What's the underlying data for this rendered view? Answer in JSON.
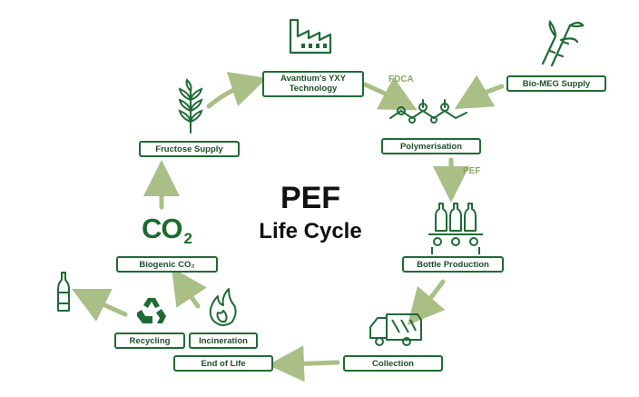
{
  "title": {
    "line1": "PEF",
    "line2": "Life Cycle"
  },
  "co2_label": {
    "main": "CO",
    "sub": "2"
  },
  "flow_labels": {
    "fdca": "FDCA",
    "pef": "PEF"
  },
  "nodes": {
    "avantium": "Avantium's YXY Technology",
    "bio_meg": "Bio-MEG Supply",
    "fructose": "Fructose Supply",
    "polymerisation": "Polymerisation",
    "biogenic": "Biogenic CO₂",
    "bottle": "Bottle Production",
    "recycling": "Recycling",
    "incineration": "Incineration",
    "end_of_life": "End of Life",
    "collection": "Collection"
  },
  "icons": [
    "factory-icon",
    "sugarcane-icon",
    "wheat-icon",
    "molecule-icon",
    "bottles-conveyor-icon",
    "garbage-truck-icon",
    "recycle-icon",
    "flame-icon",
    "bottle-icon"
  ],
  "colors": {
    "box_border": "#1f6b35",
    "box_text": "#1c4e2a",
    "arrow": "#a9bf86",
    "icon": "#1f6b35",
    "co2": "#1c6a2e"
  }
}
